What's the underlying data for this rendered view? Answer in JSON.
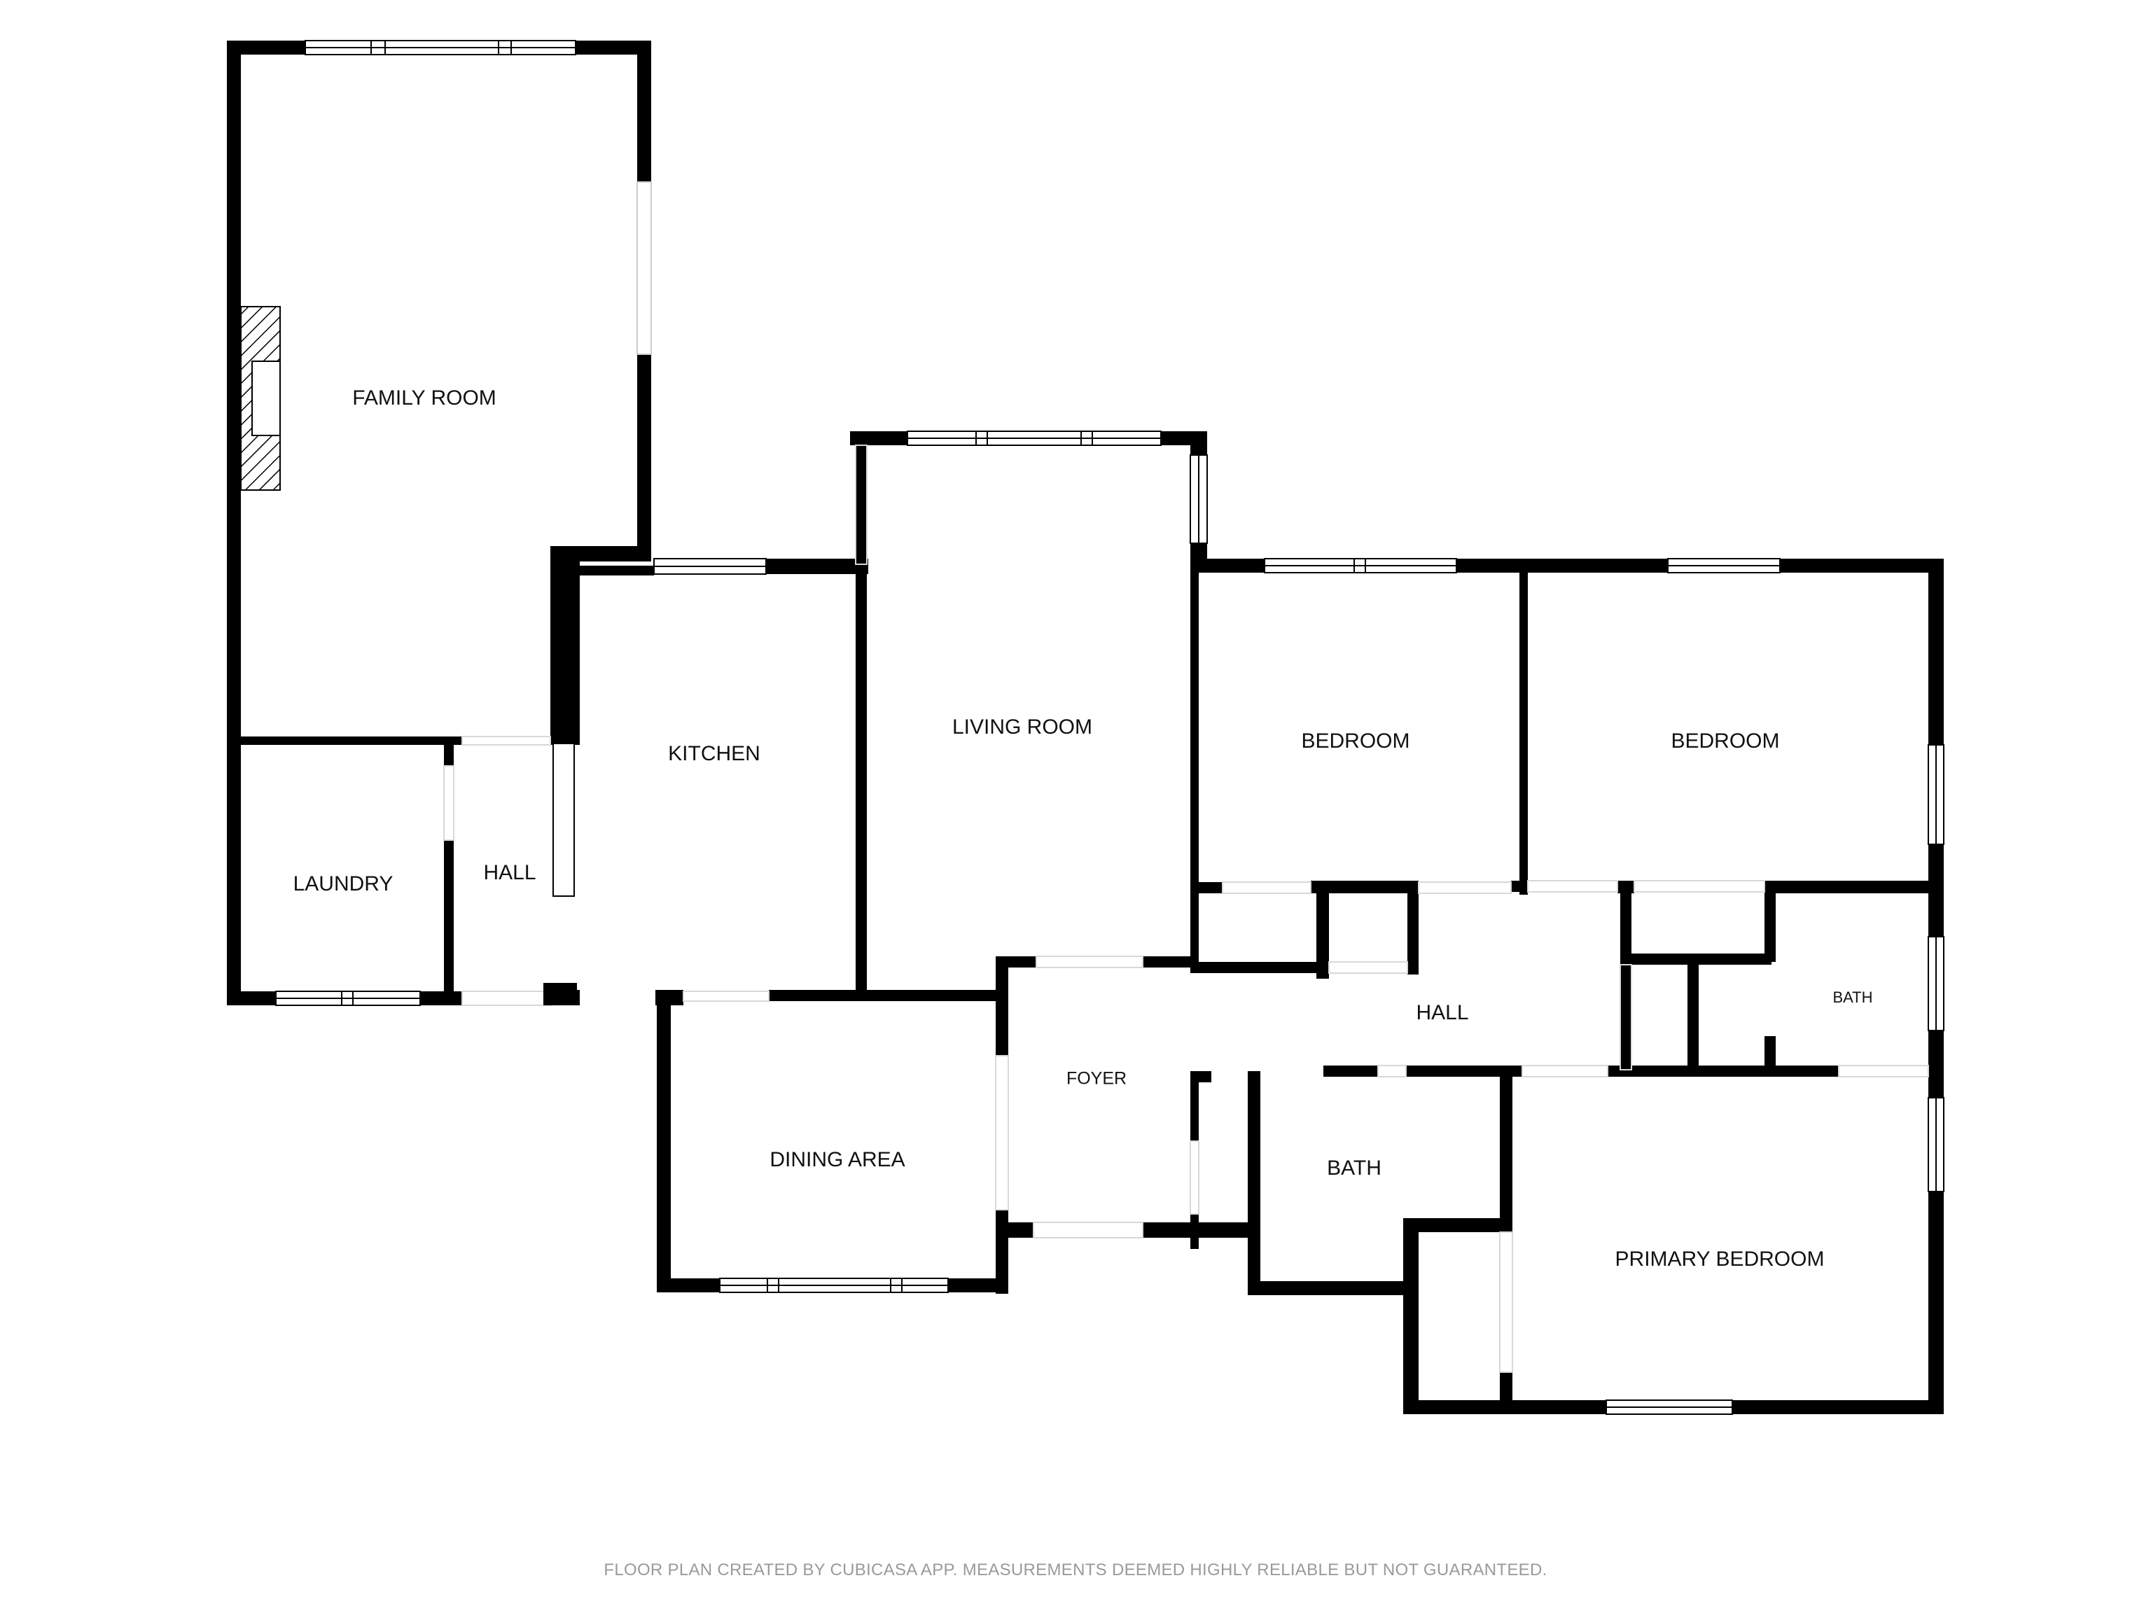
{
  "rooms": {
    "family_room": "FAMILY ROOM",
    "kitchen": "KITCHEN",
    "living_room": "LIVING ROOM",
    "bedroom_1": "BEDROOM",
    "bedroom_2": "BEDROOM",
    "laundry": "LAUNDRY",
    "hall_west": "HALL",
    "hall_east": "HALL",
    "bath_small": "BATH",
    "foyer": "FOYER",
    "dining_area": "DINING AREA",
    "bath_main": "BATH",
    "primary_bedroom": "PRIMARY BEDROOM"
  },
  "footer": {
    "note": "FLOOR PLAN CREATED BY CUBICASA APP. MEASUREMENTS DEEMED HIGHLY RELIABLE BUT NOT GUARANTEED."
  },
  "colors": {
    "wall": "#000000",
    "background": "#ffffff",
    "footer_text": "#9a9a9a"
  }
}
